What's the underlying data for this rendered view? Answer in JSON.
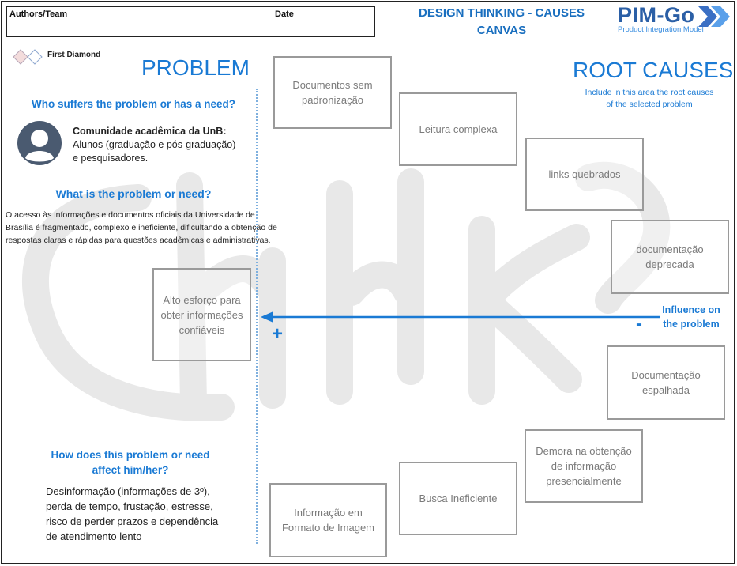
{
  "header": {
    "authors_label": "Authors/Team",
    "date_label": "Date",
    "canvas_title_line1": "DESIGN THINKING - CAUSES",
    "canvas_title_line2": "CANVAS"
  },
  "logo": {
    "name": "PIM-Go",
    "subtitle": "Product Integration Model"
  },
  "phase": {
    "label": "First Diamond"
  },
  "problem": {
    "heading": "PROBLEM",
    "who_question": "Who suffers the problem or has a need?",
    "persona_title": "Comunidade acadêmica da UnB:",
    "persona_line1": "Alunos (graduação e pós-graduação)",
    "persona_line2": "e pesquisadores.",
    "what_question": "What is the problem or need?",
    "what_line1": "O acesso às informações e documentos oficiais da Universidade de",
    "what_line2": "Brasília é fragmentado, complexo e ineficiente, dificultando a obtenção de",
    "what_line3": "respostas claras e rápidas para questões acadêmicas e administrativas.",
    "affect_question_line1": "How does this problem or need",
    "affect_question_line2": "affect him/her?",
    "affect_line1": "Desinformação (informações de 3º),",
    "affect_line2": "perda de tempo, frustação, estresse,",
    "affect_line3": "risco de perder prazos e dependência",
    "affect_line4": "de atendimento lento",
    "central_effect": [
      "Alto esforço para",
      "obter informações",
      "confiáveis"
    ]
  },
  "root_causes": {
    "heading": "ROOT CAUSES",
    "hint_line1": "Include in this area the root causes",
    "hint_line2": "of the selected problem",
    "influence_line1": "Influence on",
    "influence_line2": "the problem",
    "plus": "+",
    "minus": "-",
    "causes": [
      [
        "Documentos sem",
        "padronização"
      ],
      [
        "Leitura complexa"
      ],
      [
        "links quebrados"
      ],
      [
        "documentação",
        "deprecada"
      ],
      [
        "Documentação",
        "espalhada"
      ],
      [
        "Demora na obtenção",
        "de informação",
        "presencialmente"
      ],
      [
        "Busca Ineficiente"
      ],
      [
        "Informação em",
        "Formato de Imagem"
      ]
    ]
  },
  "colors": {
    "accent_blue": "#1a7ad4",
    "title_blue": "#1a6fbf",
    "logo_blue": "#2b5fa6",
    "box_border": "#9a9a9a",
    "watermark": "#e8e8e8",
    "avatar": "#4a5a70"
  }
}
